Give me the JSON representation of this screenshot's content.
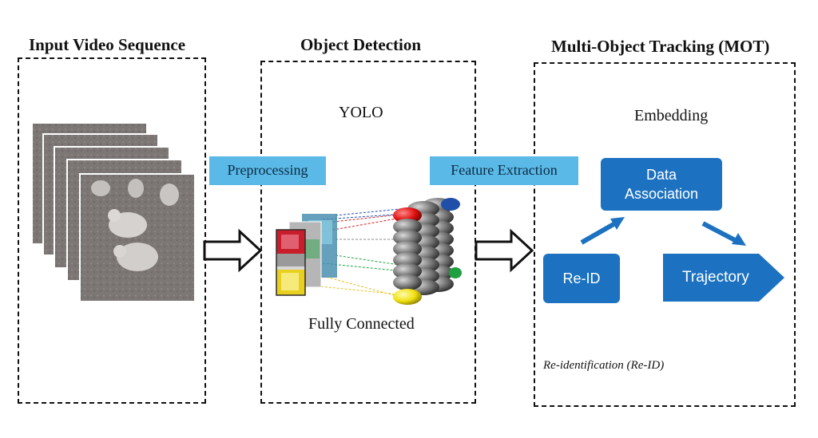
{
  "stages": {
    "input": {
      "title": "Input Video Sequence"
    },
    "detection": {
      "title": "Object Detection",
      "model": "YOLO",
      "layer": "Fully Connected"
    },
    "tracking": {
      "title": "Multi-Object Tracking (MOT)",
      "embedding": "Embedding",
      "reid": "Re-ID",
      "data_association_line1": "Data",
      "data_association_line2": "Association",
      "trajectory": "Trajectory",
      "reid_note": "Re-identification (Re-ID)"
    }
  },
  "steps": {
    "preprocessing": "Preprocessing",
    "feature_extraction": "Feature Extraction"
  },
  "colors": {
    "tag_bg": "#5ab9e6",
    "box_blue": "#1c72c0",
    "frame_gray": "#7a7472"
  }
}
